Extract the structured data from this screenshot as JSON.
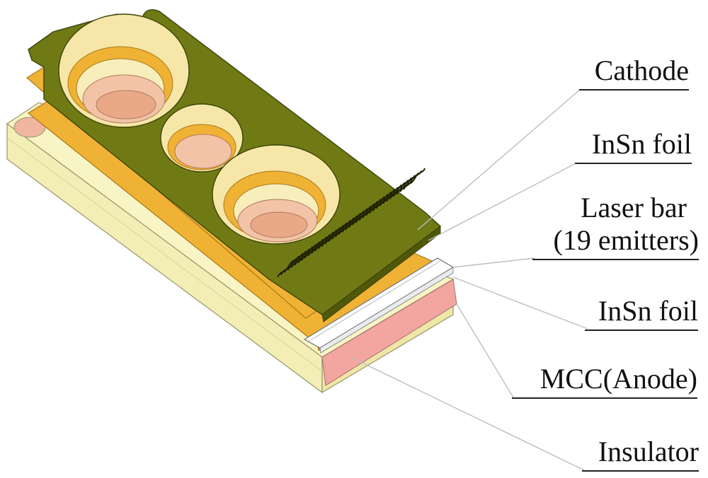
{
  "labels": {
    "cathode": "Cathode",
    "insn_foil_top": "InSn foil",
    "laser_bar_line1": "Laser bar",
    "laser_bar_line2": "(19 emitters)",
    "insn_foil_bottom": "InSn foil",
    "mcc_anode": "MCC(Anode)",
    "insulator": "Insulator"
  },
  "colors": {
    "cathode": "#6f7a14",
    "cathode_dark": "#4f5709",
    "insn_foil": "#f0b234",
    "insn_foil_edge": "#c98a1a",
    "hole_rim": "#f6e7a8",
    "hole_bottom": "#f2c3a6",
    "copper": "#e9a886",
    "laser_bar": "#ffffff",
    "mcc": "#f3a5a0",
    "insulator": "#f8f4c4",
    "insulator_side": "#efe7a6",
    "leader_line": "#b8c0c0"
  }
}
